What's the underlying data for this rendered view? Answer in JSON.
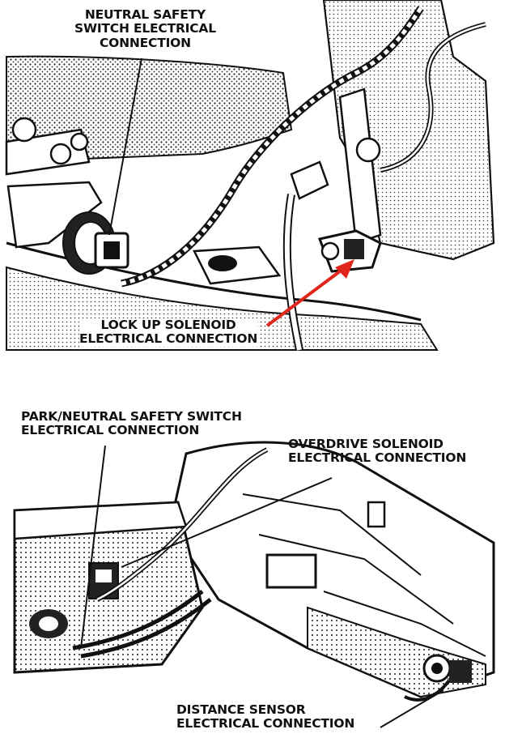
{
  "top_figure": {
    "labels": {
      "neutral_safety_switch": [
        "NEUTRAL SAFETY",
        "SWITCH ELECTRICAL",
        "CONNECTION"
      ],
      "lock_up_solenoid": [
        "LOCK UP SOLENOID",
        "ELECTRICAL CONNECTION"
      ]
    },
    "arrow_color": "#e0261b"
  },
  "bottom_figure": {
    "labels": {
      "park_neutral_switch": [
        "PARK/NEUTRAL SAFETY SWITCH",
        "ELECTRICAL CONNECTION"
      ],
      "overdrive_solenoid": [
        "OVERDRIVE SOLENOID",
        "ELECTRICAL CONNECTION"
      ],
      "distance_sensor": [
        "DISTANCE SENSOR",
        "ELECTRICAL CONNECTION"
      ]
    }
  }
}
